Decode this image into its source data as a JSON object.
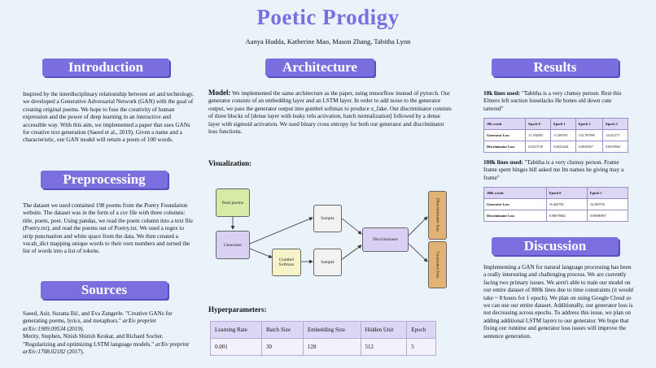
{
  "header": {
    "title": "Poetic Prodigy",
    "authors": "Aanya Hudda, Katherine Mao, Mason Zhang, Tabitha Lynn"
  },
  "introduction": {
    "heading": "Introduction",
    "body": "Inspired by the interdisciplinary relationship between art and technology, we developed a Generative Adversarial Network (GAN) with the goal of creating original poems. We hope to fuse the creativity of human expression and the power of deep learning in an interactive and accessible way. With this aim, we implemented a paper that uses GANs for creative text generation (Saeed et al., 2019). Given a name and a characteristic, our GAN model will return a poem of 100 words."
  },
  "preprocessing": {
    "heading": "Preprocessing",
    "body": "The dataset we used contained 198 poems from the Poetry Foundation website. The dataset was in the form of a csv file with three columns: title, poem, poet. Using pandas, we read the poem column into a text file (Poetry.txt), and read the poems out of Poetry.txt. We used a regex to strip punctuation and white space from the data. We then created a vocab_dict mapping unique words to their own numbers and turned the list of words into a list of tokens."
  },
  "sources": {
    "heading": "Sources",
    "ref1_text": "Saeed, Asir, Suzana Ilić, and Eva Zangerle. \"Creative GANs for generating poems, lyrics, and metaphors.\"",
    "ref1_venue": "arXiv preprint arXiv:1909.09534",
    "ref1_year": "(2019).",
    "ref2_text": "Merity, Stephen, Nitish Shirish Keskar, and Richard Socher. \"Regularizing and optimizing LSTM language models.\"",
    "ref2_venue": "arXiv preprint arXiv:1708.02182",
    "ref2_year": "(2017)."
  },
  "architecture": {
    "heading": "Architecture",
    "model_label": "Model:",
    "model_body": "We implemented the same architecture as the paper, using tensorflow instead of pytorch. Our generator consists of an embedding layer and an LSTM layer. In order to add noise to the generator output, we pass the generator output into gumbel softmax to produce x_fake. Our discriminator consists of three blocks of [dense layer with leaky relu activation, batch normalization] followed by a dense layer with sigmoid activation. We used binary cross entropy for both our generator and discriminator loss functions.",
    "visualization_label": "Visualization:",
    "diagram": {
      "real_poems": "Real poems",
      "generator": "Generator",
      "gumbel": "Gumbel Softmax",
      "sample_top": "Sample",
      "sample_bottom": "Sample",
      "discriminator": "Discriminator",
      "disc_loss": "Discriminator loss",
      "gen_loss": "Generator loss"
    },
    "hyperparameters_label": "Hyperparameters:",
    "hyperparameters": {
      "headers": [
        "Learning Rate",
        "Batch Size",
        "Embedding Size",
        "Hidden Unit",
        "Epoch"
      ],
      "values": [
        "0.001",
        "30",
        "128",
        "512",
        "5"
      ]
    }
  },
  "results": {
    "heading": "Results",
    "r1_label": "10k lines used:",
    "r1_text": "\"Tabitha is a very clumsy person. Rest this Elmers left suction looselacks He bones old down cute tattered\"",
    "table1": {
      "headers": [
        "10k words",
        "Epoch 0",
        "Epoch 1",
        "Epoch 2",
        "Epoch 3"
      ],
      "rows": [
        [
          "Generator Loss",
          "11.392893",
          "11.300781",
          "110.797999",
          "12.023771"
        ],
        [
          "Discriminator Loss",
          "0.0027139",
          "0.0023444",
          "0.0020567",
          "0.0019964"
        ]
      ]
    },
    "r2_label": "100k lines used:",
    "r2_text": "\"Tabitha is a very clumsy person. Frame frame spent hinges hill asked me Im names he giving may a frame\"",
    "table2": {
      "headers": [
        "100k words",
        "Epoch 0",
        "Epoch 1"
      ],
      "rows": [
        [
          "Generator Loss",
          "16.463782",
          "16.500736"
        ],
        [
          "Discriminator Loss",
          "0.00078882",
          "0.00080897"
        ]
      ]
    }
  },
  "discussion": {
    "heading": "Discussion",
    "body": "Implementing a GAN for natural language processing has been a really interesting and challenging process. We are currently facing two primary issues. We aren't able to train our model on our entire dataset of 800k lines due to time constraints (it would take ~ 8 hours for 1 epoch). We plan on using Google Cloud so we can use our entire dataset. Additionally, our generator loss is not decreasing across epochs. To address this issue, we plan on adding additional LSTM layers to our generator. We hope that fixing our runtime and generator loss issues will improve the sentence generation."
  },
  "colors": {
    "accent": "#7b6fe0",
    "background": "#eaf2fa",
    "real_poems_fill": "#d7eaa6",
    "generator_fill": "#d9d0f3",
    "gumbel_fill": "#f6f3c8",
    "loss_fill": "#e2b174"
  }
}
